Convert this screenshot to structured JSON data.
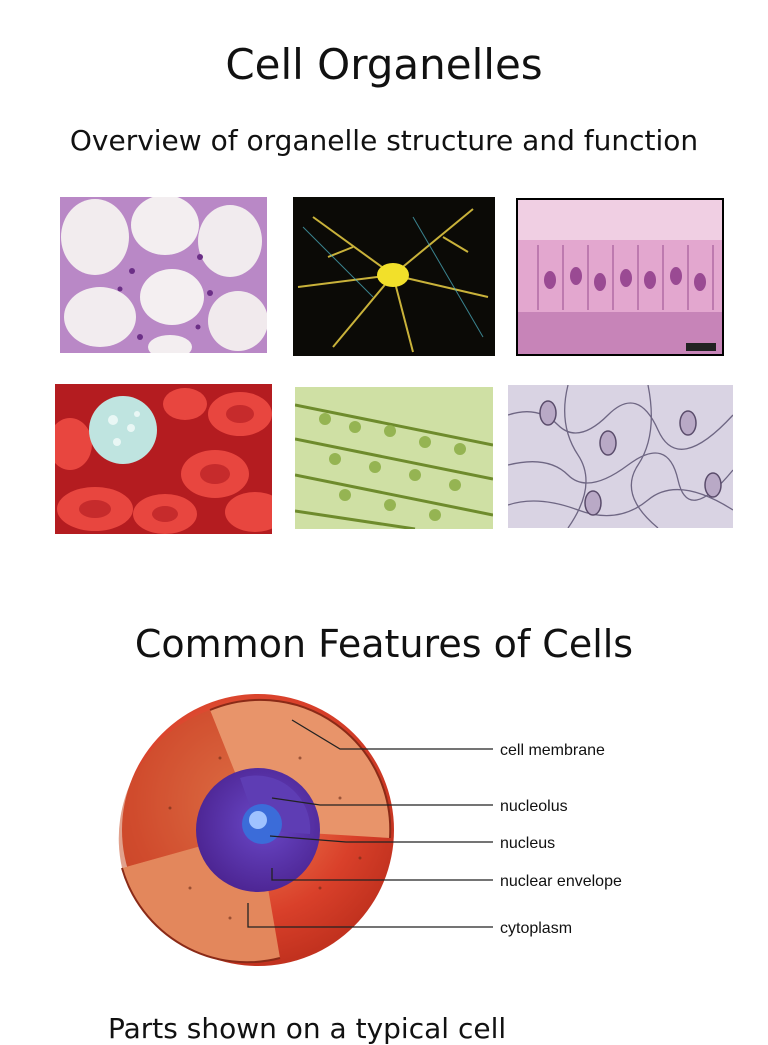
{
  "slide": {
    "title": "Cell Organelles",
    "subtitle": "Overview of organelle structure and function"
  },
  "photos": [
    {
      "icon": "adipose-tissue-micrograph"
    },
    {
      "icon": "neuron-micrograph"
    },
    {
      "icon": "columnar-epithelium-micrograph"
    },
    {
      "icon": "blood-cells-micrograph"
    },
    {
      "icon": "plant-cells-chloroplast-micrograph"
    },
    {
      "icon": "leaf-stomata-micrograph"
    }
  ],
  "section": {
    "title": "Common Features of Cells",
    "cut_off_text": "Parts shown on a typical cell"
  },
  "diagram": {
    "icon": "cell-cross-section-diagram",
    "labels": {
      "membrane": "cell membrane",
      "nucleolus": "nucleolus",
      "nucleus": "nucleus",
      "envelope": "nuclear envelope",
      "cytoplasm": "cytoplasm"
    }
  },
  "colors": {
    "cell_outer": "#d9402a",
    "cytoplasm": "#e8946a",
    "nucleus": "#5b2ea0"
  }
}
